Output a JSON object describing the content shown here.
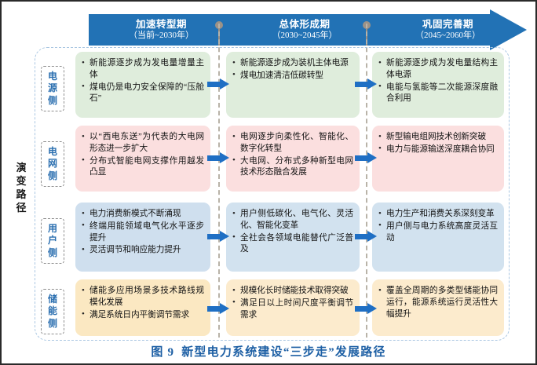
{
  "figure": {
    "number": "图 9",
    "caption": "新型电力系统建设“三步走”发展路径"
  },
  "colors": {
    "banner_blue": "#2272b5",
    "arrow_blue": "#1f6fc4",
    "caption_blue": "#1d5fa4",
    "label_blue": "#2b6fb0",
    "power_green": "#dfeddc",
    "grid_pink": "#fbdfdf",
    "user_blue": "#cfdfee",
    "storage_orange": "#fbe8c2",
    "divider_gray": "#b9b3a8",
    "frame_blue": "#a9c6e2"
  },
  "axis": {
    "evolution_label_chars": [
      "演",
      "变",
      "路",
      "径"
    ]
  },
  "phases": [
    {
      "title": "加速转型期",
      "range": "（当前~2030年）"
    },
    {
      "title": "总体形成期",
      "range": "（2030~2045年）"
    },
    {
      "title": "巩固完善期",
      "range": "（2045~2060年）"
    }
  ],
  "rows": [
    {
      "label_chars": [
        "电",
        "源",
        "侧"
      ],
      "label": "电源侧",
      "cells": [
        {
          "bullets": [
            "新能源逐步成为发电量增量主体",
            "煤电仍是电力安全保障的“压舱石”"
          ]
        },
        {
          "bullets": [
            "新能源逐步成为装机主体电源",
            "煤电加速清洁低碳转型"
          ]
        },
        {
          "bullets": [
            "新能源逐步成为发电量结构主体电源",
            "电能与氢能等二次能源深度融合利用"
          ]
        }
      ]
    },
    {
      "label_chars": [
        "电",
        "网",
        "侧"
      ],
      "label": "电网侧",
      "cells": [
        {
          "bullets": [
            "以“西电东送”为代表的大电网形态进一步扩大",
            "分布式智能电网支撑作用越发凸显"
          ]
        },
        {
          "bullets": [
            "电网逐步向柔性化、智能化、数字化转型",
            "大电网、分布式多种新型电网技术形态融合发展"
          ]
        },
        {
          "bullets": [
            "新型输电组网技术创新突破",
            "电力与能源输送深度耦合协同"
          ]
        }
      ]
    },
    {
      "label_chars": [
        "用",
        "户",
        "侧"
      ],
      "label": "用户侧",
      "cells": [
        {
          "bullets": [
            "电力消费新模式不断涌现",
            "终端用能领域电气化水平逐步提升",
            "灵活调节和响应能力提升"
          ]
        },
        {
          "bullets": [
            "用户侧低碳化、电气化、灵活化、智能化变革",
            "全社会各领域电能替代广泛普及"
          ]
        },
        {
          "bullets": [
            "电力生产和消费关系深刻变革",
            "用户侧与电力系统高度灵活互动"
          ]
        }
      ]
    },
    {
      "label_chars": [
        "储",
        "能",
        "侧"
      ],
      "label": "储能侧",
      "cells": [
        {
          "bullets": [
            "储能多应用场景多技术路线规模化发展",
            "满足系统日内平衡调节需求"
          ]
        },
        {
          "bullets": [
            "规模化长时储能技术取得突破",
            "满足日以上时间尺度平衡调节需求"
          ]
        },
        {
          "bullets": [
            "覆盖全周期的多类型储能协同运行，能源系统运行灵活性大幅提升"
          ]
        }
      ]
    }
  ]
}
